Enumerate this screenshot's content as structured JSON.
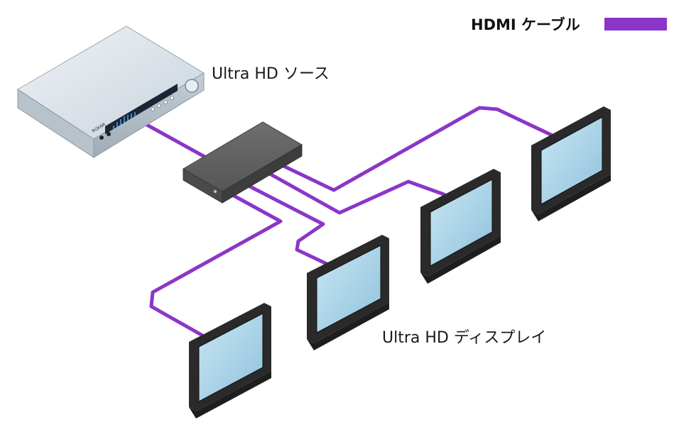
{
  "legend": {
    "title": "HDMI ケーブル",
    "cable_color": "#8b35c9"
  },
  "source": {
    "label": "Ultra HD ソース",
    "brand_text": "ROXAR"
  },
  "displays": {
    "label": "Ultra HD ディスプレイ"
  },
  "colors": {
    "cable": "#8b35c9",
    "screen": "#a9d3e8",
    "bezel": "#2b2b2b",
    "splitter": "#5a5a5a",
    "player_body": "#dbe3ea"
  }
}
